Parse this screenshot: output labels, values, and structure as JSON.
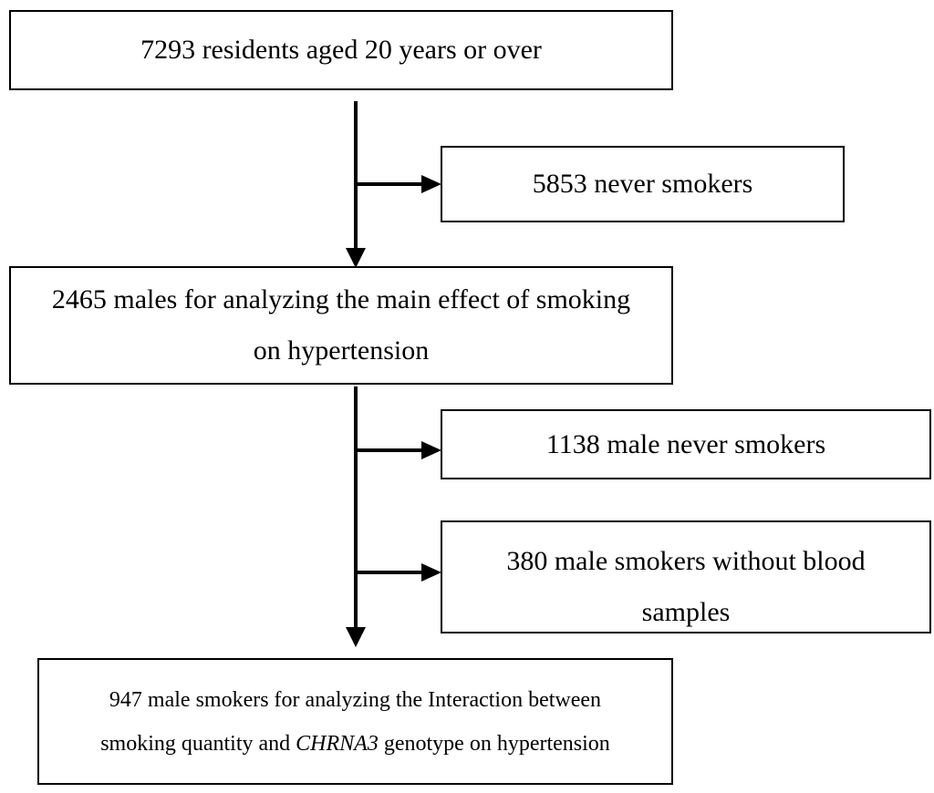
{
  "flowchart": {
    "box1": {
      "text": "7293 residents aged 20 years or over"
    },
    "exclusion1": {
      "text": "5853 never smokers"
    },
    "box2": {
      "line1": "2465 males for analyzing the main effect of smoking",
      "line2": "on hypertension"
    },
    "exclusion2": {
      "text": "1138 male never smokers"
    },
    "exclusion3": {
      "line1": "380 male smokers without blood",
      "line2": "samples"
    },
    "box3": {
      "line1": "947 male smokers for analyzing the Interaction between",
      "line2_before": "smoking quantity and ",
      "line2_gene": "CHRNA3",
      "line2_after": " genotype on hypertension"
    }
  },
  "colors": {
    "stroke": "#000000",
    "background": "#ffffff"
  }
}
